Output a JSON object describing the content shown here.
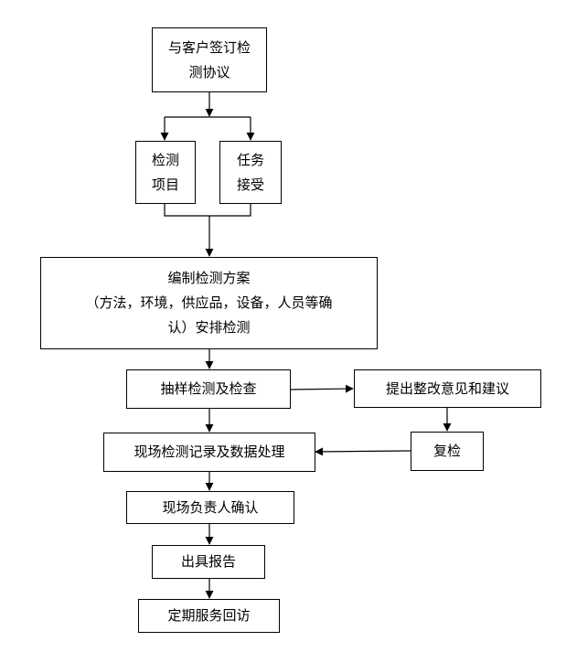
{
  "flowchart": {
    "nodes": {
      "contract": "与客户签订检\n测协议",
      "items": "检测\n项目",
      "task": "任务\n接受",
      "plan": "编制检测方案\n（方法，环境，供应品，设备，人员等确\n认）安排检测",
      "sampling": "抽样检测及检查",
      "suggest": "提出整改意见和建议",
      "recheck": "复检",
      "record": "现场检测记录及数据处理",
      "confirm": "现场负责人确认",
      "report": "出具报告",
      "visit": "定期服务回访"
    }
  }
}
